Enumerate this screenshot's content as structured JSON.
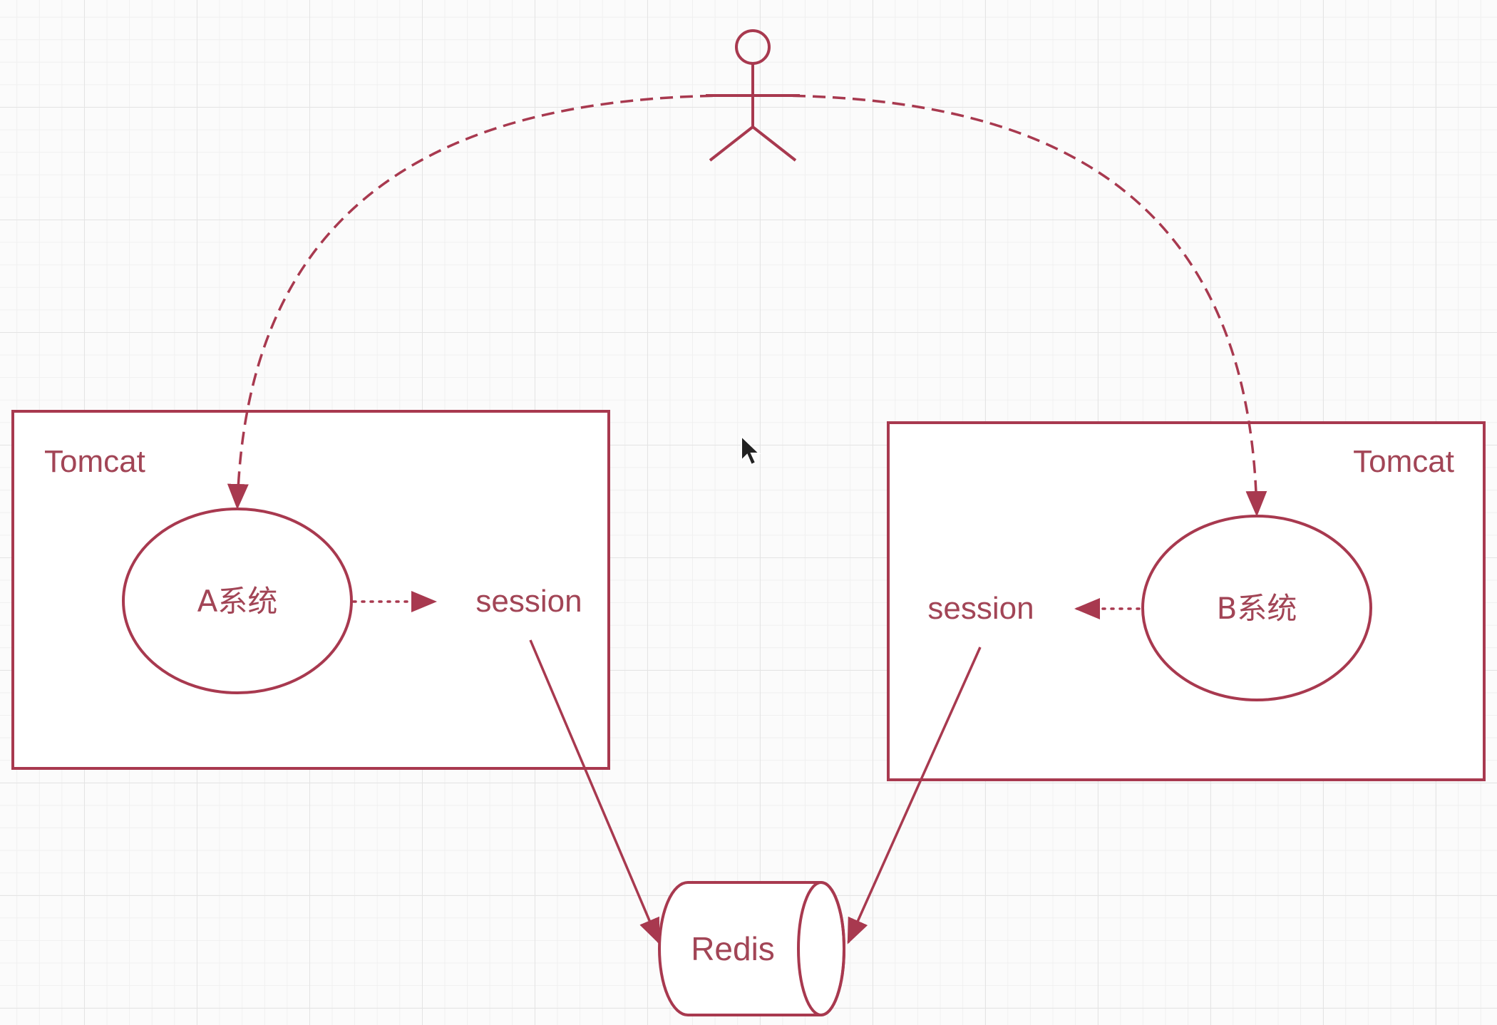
{
  "diagram": {
    "colors": {
      "accent": "#a8394f",
      "label": "#a24556",
      "grid": "#e4e4e4",
      "background": "#fbfbfb"
    },
    "actor": {
      "icon": "stick-figure-icon"
    },
    "left_server": {
      "label": "Tomcat",
      "system": "A系统",
      "session": "session"
    },
    "right_server": {
      "label": "Tomcat",
      "system": "B系统",
      "session": "session"
    },
    "storage": {
      "label": "Redis",
      "icon": "database-cylinder-icon"
    },
    "cursor": {
      "icon": "mouse-pointer-icon"
    }
  }
}
